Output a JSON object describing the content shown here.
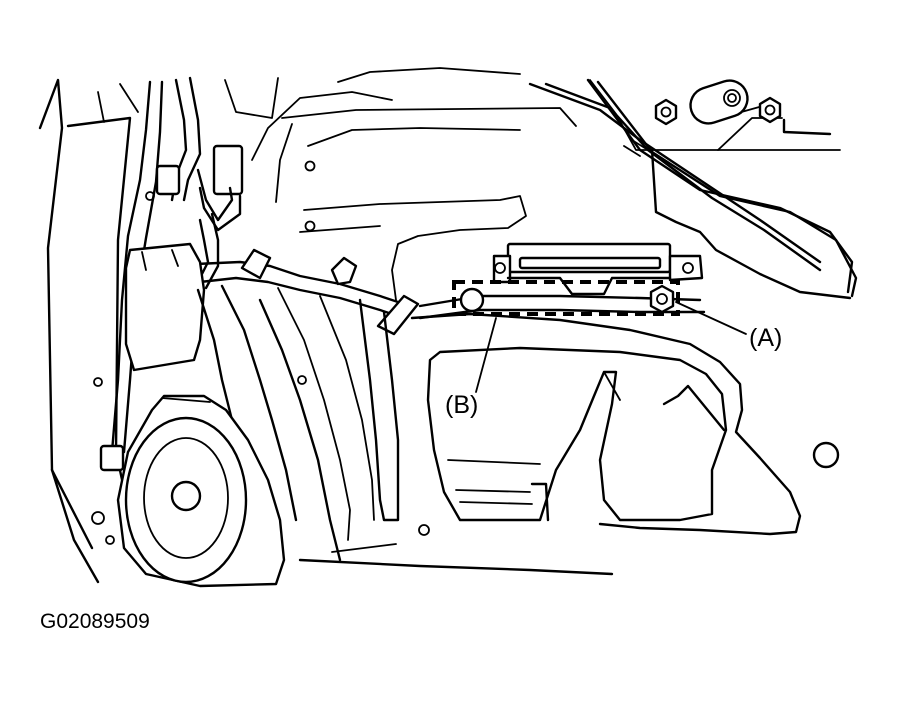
{
  "callouts": {
    "a": "(A)",
    "b": "(B)"
  },
  "figure_code": "G02089509"
}
